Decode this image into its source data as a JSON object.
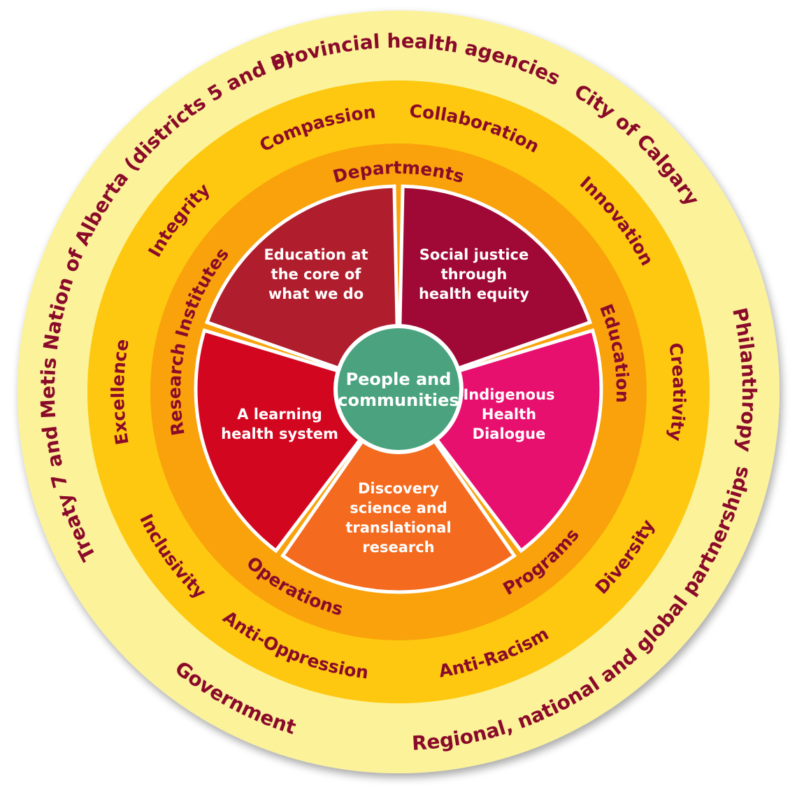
{
  "colors": {
    "outer_ring": "#fbf29a",
    "values_ring": "#fdc80f",
    "structure_ring": "#f9a20b",
    "ring_text": "#8a0a2a",
    "center": "#4aa37e",
    "center_border": "#ffffff"
  },
  "outer_ring": {
    "labels": [
      "Provincial health agencies",
      "City of Calgary",
      "Philanthropy",
      "Regional, national and global partnerships",
      "Government",
      "Treaty 7 and Metis Nation of Alberta (districts 5 and 6)"
    ]
  },
  "values_ring": {
    "labels": [
      "Compassion",
      "Collaboration",
      "Innovation",
      "Creativity",
      "Diversity",
      "Anti-Racism",
      "Anti-Oppression",
      "Inclusivity",
      "Excellence",
      "Integrity"
    ]
  },
  "structure_ring": {
    "labels": [
      "Departments",
      "Education",
      "Programs",
      "Operations",
      "Research Institutes"
    ]
  },
  "wedges": [
    {
      "lines": [
        "Education at",
        "the core of",
        "what we do"
      ],
      "color": "#b01e2e"
    },
    {
      "lines": [
        "Social justice",
        "through",
        "health equity"
      ],
      "color": "#a00835"
    },
    {
      "lines": [
        "Indigenous",
        "Health",
        "Dialogue"
      ],
      "color": "#e8106e"
    },
    {
      "lines": [
        "Discovery",
        "science and",
        "translational",
        "research"
      ],
      "color": "#f46a1e"
    },
    {
      "lines": [
        "A learning",
        "health system"
      ],
      "color": "#d2061f"
    }
  ],
  "center": {
    "lines": [
      "People and",
      "communities"
    ]
  }
}
